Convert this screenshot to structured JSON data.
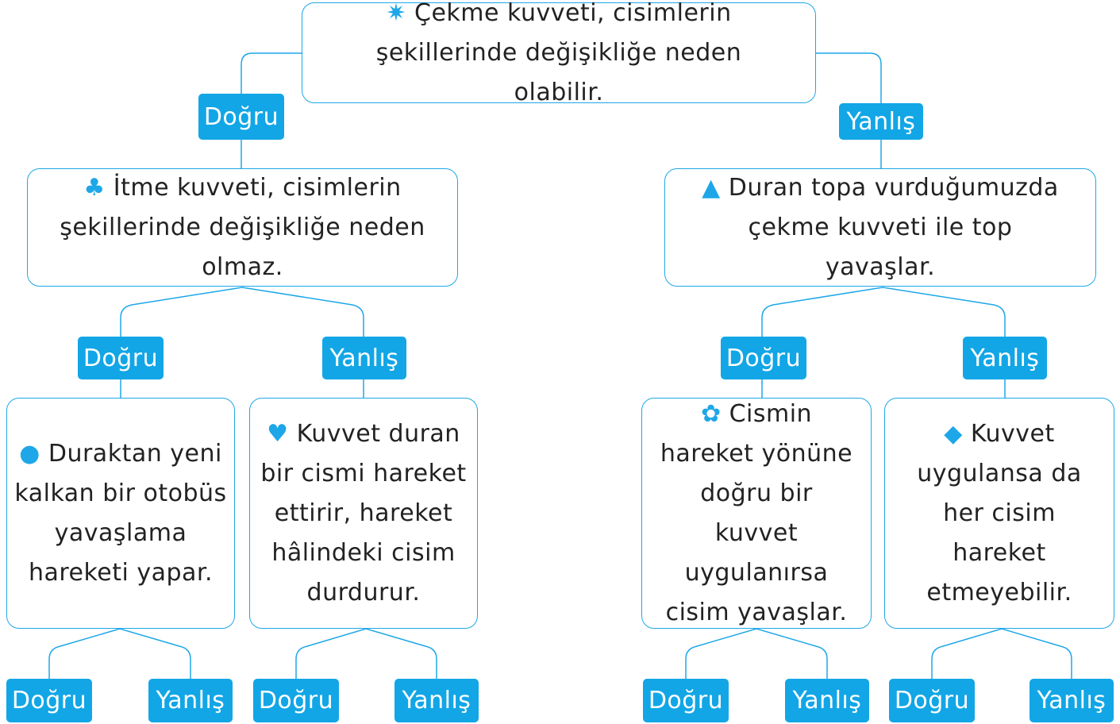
{
  "statements": {
    "root": {
      "symbol": "✷",
      "text": "Çekme kuvveti, cisimlerin şekillerinde değişikliğe neden olabilir."
    },
    "left": {
      "symbol": "♣",
      "text": "İtme kuvveti, cisimlerin şekillerinde değişikliğe neden olmaz."
    },
    "right": {
      "symbol": "▲",
      "text": "Duran topa vurduğumuzda çekme kuvveti ile top yavaşlar."
    },
    "ll": {
      "symbol": "●",
      "text": "Duraktan yeni kalkan bir otobüs yavaşlama hareketi yapar."
    },
    "lr": {
      "symbol": "♥",
      "text": "Kuvvet duran bir cismi hareket ettirir, hareket hâlindeki cisim durdurur."
    },
    "rl": {
      "symbol": "✿",
      "text": "Cismin hareket yönüne doğru bir kuvvet uygulanırsa cisim yavaşlar."
    },
    "rr": {
      "symbol": "◆",
      "text": "Kuvvet uygulansa da her cisim hareket etmeyebilir."
    }
  },
  "answer_labels": {
    "true": "Doğru",
    "false": "Yanlış"
  },
  "colors": {
    "accent": "#12a6e6",
    "border": "#1ea7e8",
    "text": "#222222"
  }
}
